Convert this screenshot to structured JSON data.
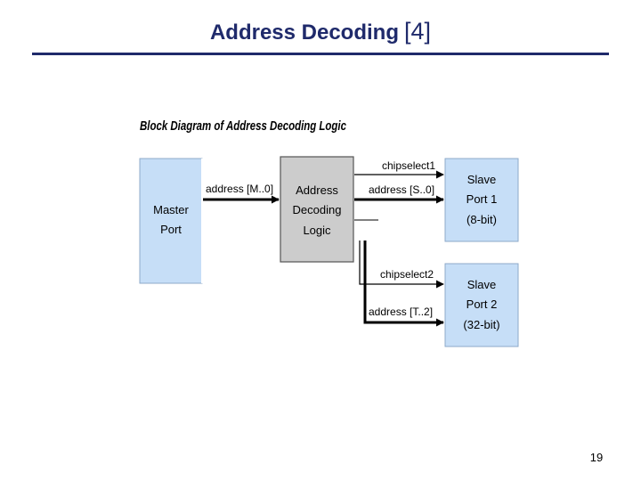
{
  "slide": {
    "title": "Address Decoding",
    "title_ref": "[4]",
    "page_number": "19"
  },
  "diagram": {
    "heading": "Block Diagram of Address Decoding Logic",
    "master": {
      "line1": "Master",
      "line2": "Port"
    },
    "decoder": {
      "line1": "Address",
      "line2": "Decoding",
      "line3": "Logic"
    },
    "slave1": {
      "line1": "Slave",
      "line2": "Port 1",
      "line3": "(8-bit)"
    },
    "slave2": {
      "line1": "Slave",
      "line2": "Port 2",
      "line3": "(32-bit)"
    },
    "signals": {
      "address_in": "address [M..0]",
      "chipselect1": "chipselect1",
      "address_s": "address [S..0]",
      "chipselect2": "chipselect2",
      "address_t": "address [T..2]"
    },
    "colors": {
      "port_fill": "#c6def7",
      "decoder_fill": "#cccccc",
      "title_color": "#1f2a6b"
    }
  }
}
